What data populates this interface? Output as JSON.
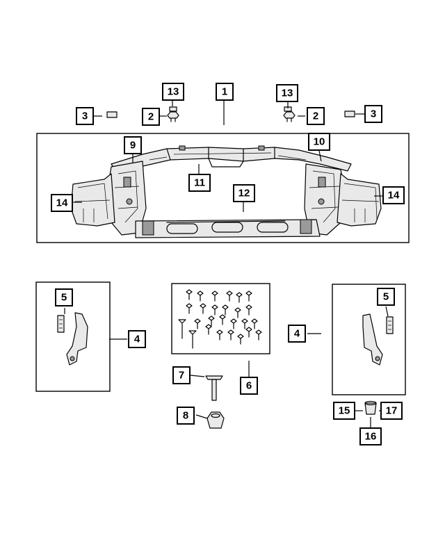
{
  "callouts": {
    "c1": "1",
    "c2_left": "2",
    "c2_right": "2",
    "c3_left": "3",
    "c3_right": "3",
    "c4_left": "4",
    "c4_right": "4",
    "c5_left": "5",
    "c5_right": "5",
    "c6": "6",
    "c7": "7",
    "c8": "8",
    "c9": "9",
    "c10": "10",
    "c11": "11",
    "c12": "12",
    "c13_left": "13",
    "c13_right": "13",
    "c14_left": "14",
    "c14_right": "14",
    "c15": "15",
    "c16": "16",
    "c17": "17"
  },
  "colors": {
    "line": "#000000",
    "part_fill": "#e9e9e9",
    "background": "#ffffff"
  }
}
